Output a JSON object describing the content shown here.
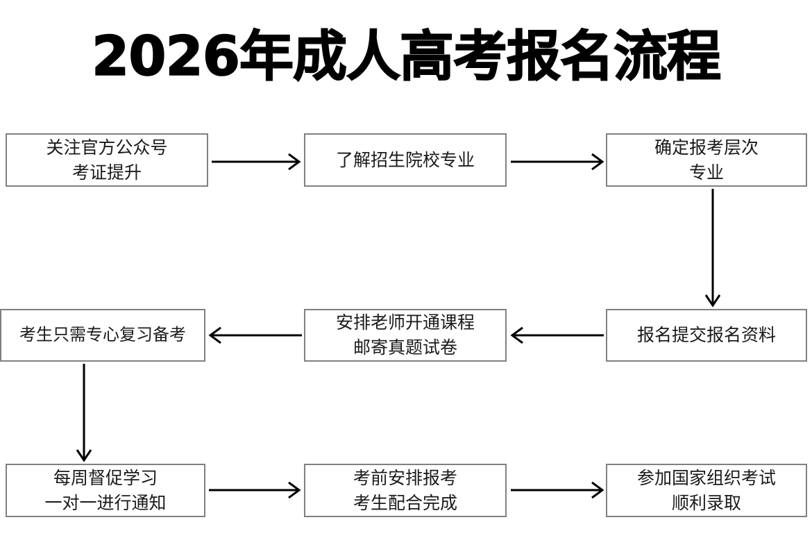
{
  "title": "2026年成人高考报名流程",
  "colors": {
    "box_border": "#808080",
    "text": "#1a1a1a",
    "arrow": "#000000",
    "background": "#ffffff"
  },
  "flow": {
    "nodes": [
      {
        "id": "n1",
        "line1": "关注官方公众号",
        "line2": "考证提升"
      },
      {
        "id": "n2",
        "line1": "了解招生院校专业",
        "line2": ""
      },
      {
        "id": "n3",
        "line1": "确定报考层次",
        "line2": "专业"
      },
      {
        "id": "n4",
        "line1": "考生只需专心复习备考",
        "line2": ""
      },
      {
        "id": "n5",
        "line1": "安排老师开通课程",
        "line2": "邮寄真题试卷"
      },
      {
        "id": "n6",
        "line1": "报名提交报名资料",
        "line2": ""
      },
      {
        "id": "n7",
        "line1": "每周督促学习",
        "line2": "一对一进行通知"
      },
      {
        "id": "n8",
        "line1": "考前安排报考",
        "line2": "考生配合完成"
      },
      {
        "id": "n9",
        "line1": "参加国家组织考试",
        "line2": "顺利录取"
      }
    ],
    "connectors": [
      {
        "id": "c1",
        "from": "n1",
        "to": "n2",
        "direction": "right"
      },
      {
        "id": "c2",
        "from": "n2",
        "to": "n3",
        "direction": "right"
      },
      {
        "id": "c3",
        "from": "n3",
        "to": "n6",
        "direction": "down"
      },
      {
        "id": "c4",
        "from": "n6",
        "to": "n5",
        "direction": "left"
      },
      {
        "id": "c5",
        "from": "n5",
        "to": "n4",
        "direction": "left"
      },
      {
        "id": "c6",
        "from": "n4",
        "to": "n7",
        "direction": "down"
      },
      {
        "id": "c7",
        "from": "n7",
        "to": "n8",
        "direction": "right"
      },
      {
        "id": "c8",
        "from": "n8",
        "to": "n9",
        "direction": "right"
      }
    ]
  }
}
